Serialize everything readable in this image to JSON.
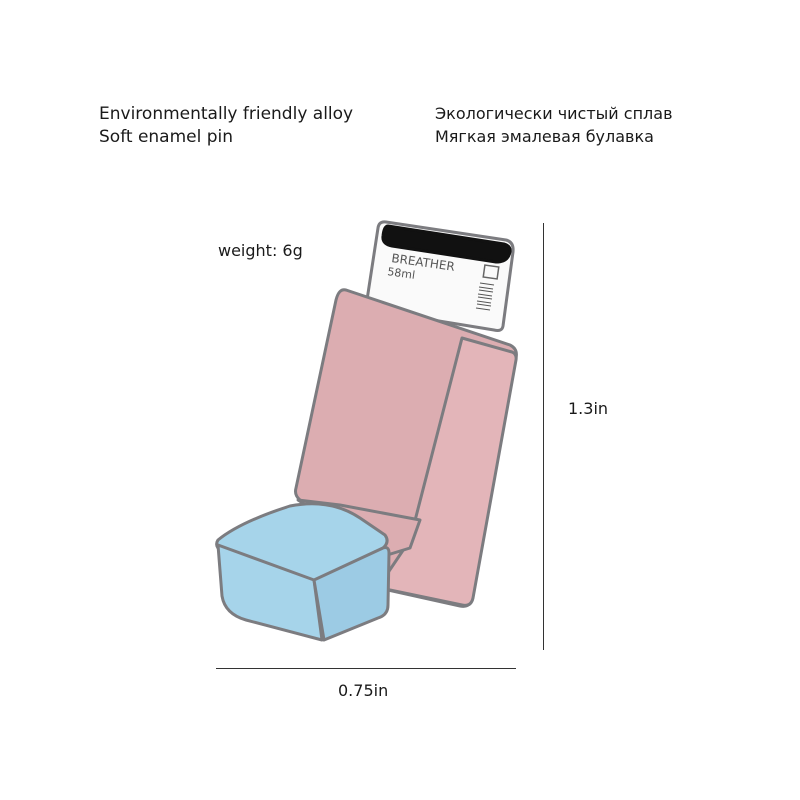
{
  "specs": {
    "material_en": "Environmentally friendly alloy",
    "type_en": "Soft enamel pin",
    "material_ru": "Экологически чистый сплав",
    "type_ru": "Мягкая эмалевая булавка",
    "weight": "weight: 6g"
  },
  "dimensions": {
    "height": "1.3in",
    "width": "0.75in"
  },
  "canister": {
    "brand": "BREATHER",
    "volume": "58ml"
  },
  "colors": {
    "body_pink": "#dcadb1",
    "body_pink_shadow": "#e7bcbf",
    "mouthpiece_blue": "#a6d4ea",
    "mouthpiece_blue_front": "#9ccbe4",
    "outline_metal": "#7c7c80",
    "canister_white": "#fafafa",
    "canister_top": "#111111"
  }
}
